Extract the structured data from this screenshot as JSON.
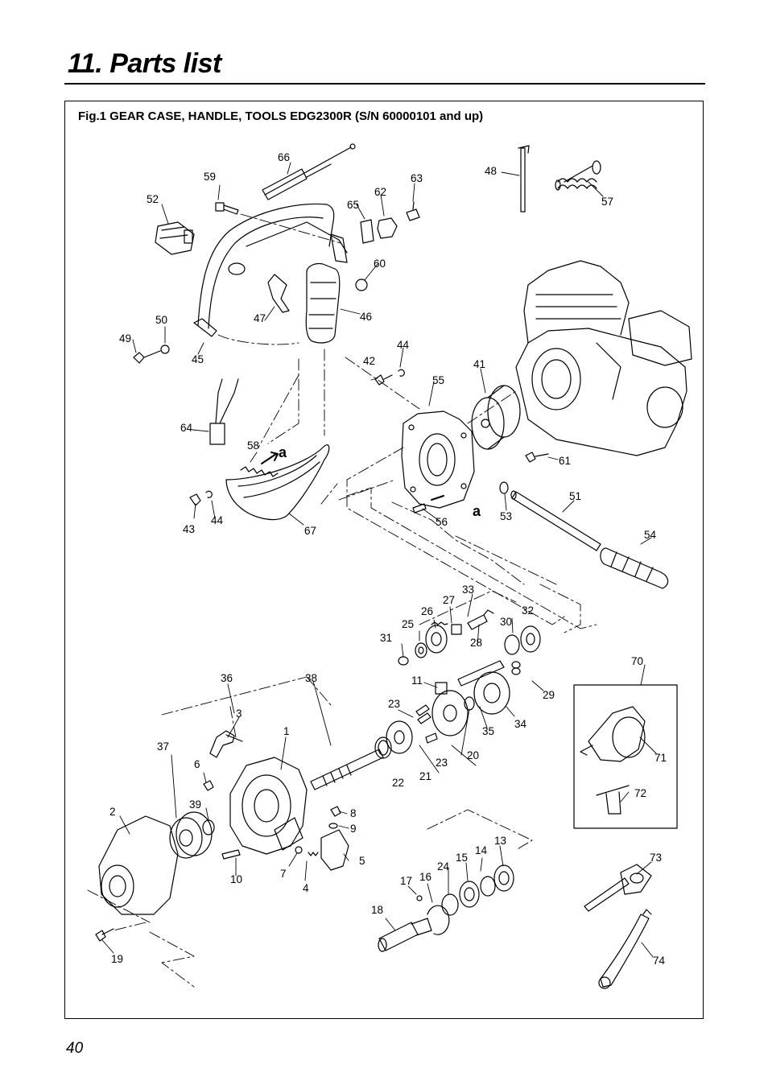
{
  "page": {
    "title": "11. Parts list",
    "page_number": "40"
  },
  "figure": {
    "caption": "Fig.1 GEAR CASE, HANDLE, TOOLS EDG2300R  (S/N 60000101 and up)",
    "callouts": [
      "66",
      "59",
      "52",
      "65",
      "62",
      "63",
      "48",
      "57",
      "60",
      "47",
      "46",
      "50",
      "49",
      "45",
      "44",
      "42",
      "55",
      "41",
      "64",
      "58",
      "61",
      "43",
      "44",
      "67",
      "56",
      "53",
      "51",
      "54",
      "33",
      "27",
      "26",
      "25",
      "31",
      "30",
      "32",
      "28",
      "70",
      "11",
      "29",
      "36",
      "38",
      "23",
      "34",
      "3",
      "1",
      "35",
      "37",
      "20",
      "23",
      "22",
      "21",
      "6",
      "71",
      "72",
      "8",
      "2",
      "39",
      "9",
      "13",
      "14",
      "15",
      "24",
      "16",
      "17",
      "5",
      "73",
      "10",
      "7",
      "4",
      "18",
      "19",
      "74"
    ],
    "arrow_letter_1": "a",
    "arrow_letter_2": "a"
  }
}
